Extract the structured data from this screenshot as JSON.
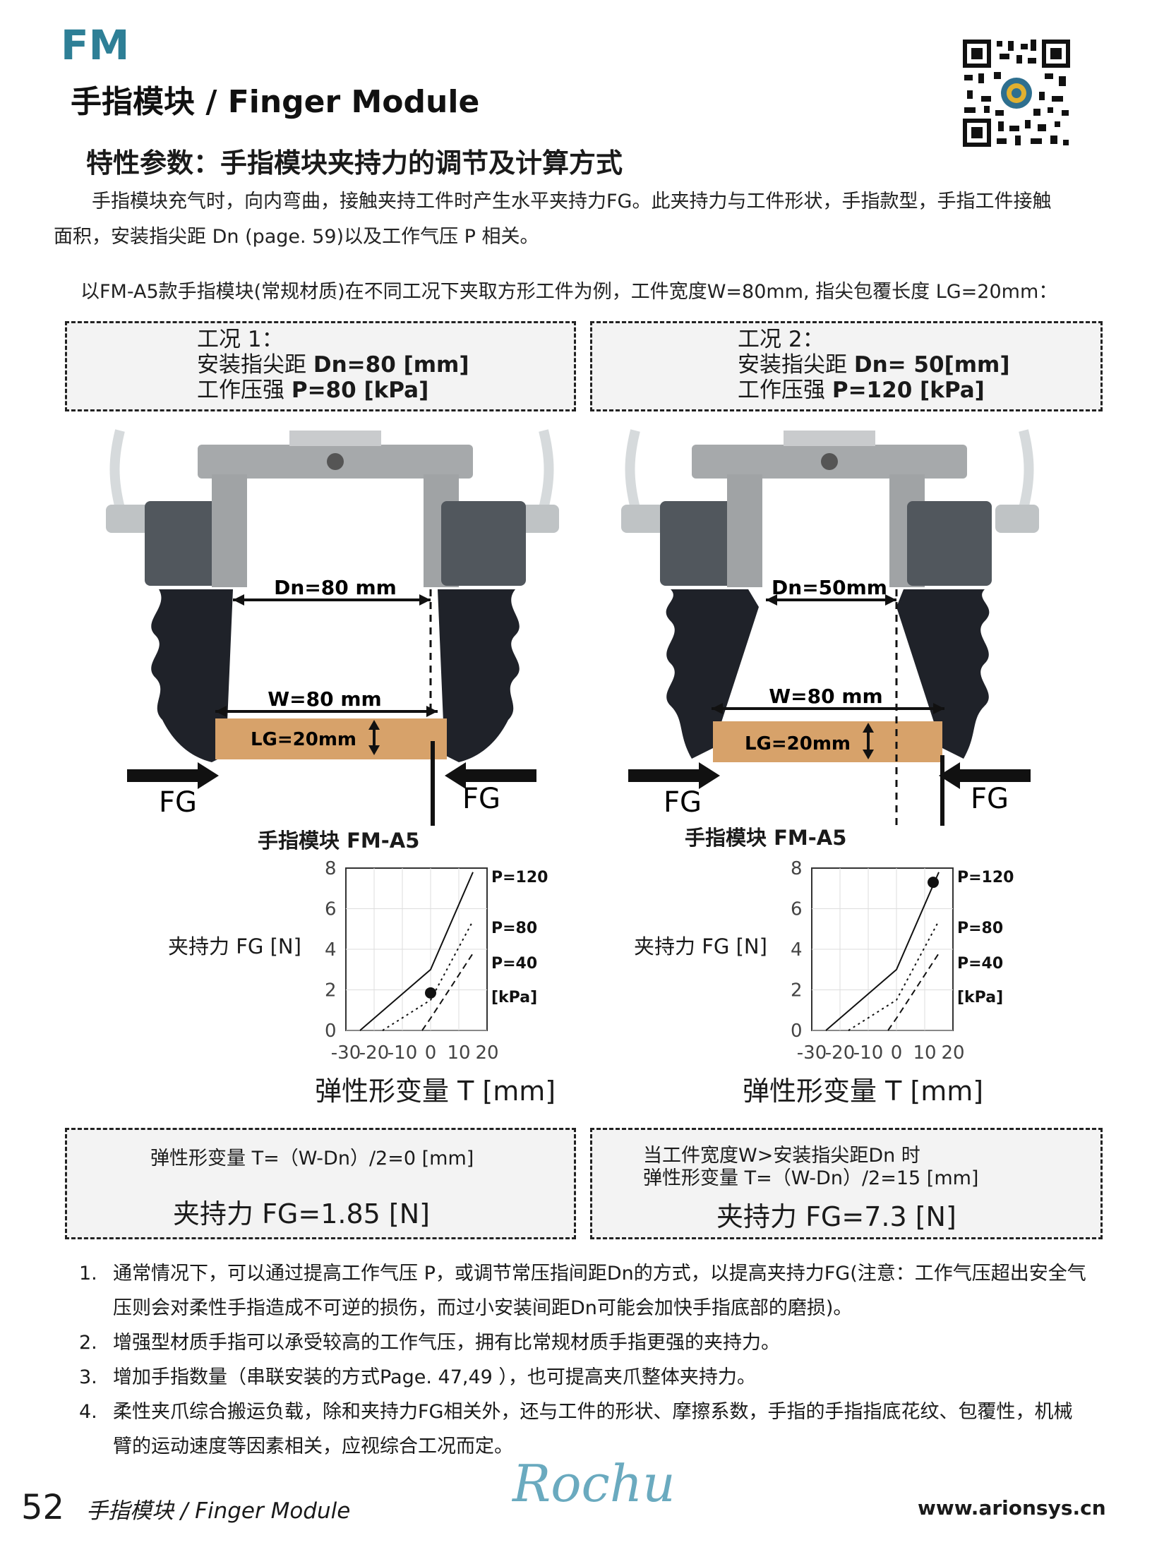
{
  "header": {
    "code": "FM",
    "title": "手指模块 / Finger Module"
  },
  "section_title": "特性参数：手指模块夹持力的调节及计算方式",
  "intro": {
    "line1": "手指模块充气时，向内弯曲，接触夹持工件时产生水平夹持力FG。此夹持力与工件形状，手指款型，手指工件接触",
    "line2": "面积，安装指尖距 Dn (page. 59)以及工作气压 P 相关。",
    "example": "以FM-A5款手指模块(常规材质)在不同工况下夹取方形工件为例，工件宽度W=80mm, 指尖包覆长度 LG=20mm："
  },
  "cases": [
    {
      "title": "工况 1：",
      "dn_label": "安装指尖距 ",
      "dn_value": "Dn=80 [mm]",
      "p_label": "工作压强 ",
      "p_value": "P=80 [kPa]"
    },
    {
      "title": "工况 2：",
      "dn_label": "安装指尖距 ",
      "dn_value": "Dn= 50[mm]",
      "p_label": "工作压强 ",
      "p_value": "P=120 [kPa]"
    }
  ],
  "figures": [
    {
      "dn_dim": "Dn=80 mm",
      "w_dim": "W=80 mm",
      "lg_dim": "LG=20mm",
      "fg_left": "FG",
      "fg_right": "FG"
    },
    {
      "dn_dim": "Dn=50mm",
      "w_dim": "W=80 mm",
      "lg_dim": "LG=20mm",
      "fg_left": "FG",
      "fg_right": "FG"
    }
  ],
  "charts_text": {
    "chart_title": "手指模块 FM-A5",
    "y_label": "夹持力 FG [N]",
    "x_label": "弹性形变量 T [mm]",
    "y_ticks": [
      "0",
      "2",
      "4",
      "6",
      "8"
    ],
    "x_ticks": [
      "-30",
      "-20",
      "-10",
      "0",
      "10",
      "20"
    ],
    "legend": [
      "P=120",
      "P=80",
      "P=40",
      "[kPa]"
    ]
  },
  "chart_data": [
    {
      "type": "line",
      "title": "手指模块 FM-A5",
      "xlabel": "弹性形变量 T [mm]",
      "ylabel": "夹持力 FG [N]",
      "xlim": [
        -30,
        20
      ],
      "ylim": [
        0,
        8
      ],
      "series": [
        {
          "name": "P=120",
          "style": "solid",
          "x": [
            -25,
            0,
            15
          ],
          "y": [
            0,
            3.0,
            7.8
          ]
        },
        {
          "name": "P=80",
          "style": "dotted",
          "x": [
            -17,
            0,
            15
          ],
          "y": [
            0,
            1.5,
            5.4
          ]
        },
        {
          "name": "P=40",
          "style": "dashed",
          "x": [
            -3,
            0,
            15
          ],
          "y": [
            0,
            0.6,
            3.8
          ]
        }
      ],
      "marker": {
        "x": 0,
        "y": 1.85
      }
    },
    {
      "type": "line",
      "title": "手指模块 FM-A5",
      "xlabel": "弹性形变量 T [mm]",
      "ylabel": "夹持力 FG [N]",
      "xlim": [
        -30,
        20
      ],
      "ylim": [
        0,
        8
      ],
      "series": [
        {
          "name": "P=120",
          "style": "solid",
          "x": [
            -25,
            0,
            15
          ],
          "y": [
            0,
            3.0,
            7.8
          ]
        },
        {
          "name": "P=80",
          "style": "dotted",
          "x": [
            -17,
            0,
            15
          ],
          "y": [
            0,
            1.5,
            5.4
          ]
        },
        {
          "name": "P=40",
          "style": "dashed",
          "x": [
            -3,
            0,
            15
          ],
          "y": [
            0,
            0.6,
            3.8
          ]
        }
      ],
      "marker": {
        "x": 13,
        "y": 7.3
      }
    }
  ],
  "results": [
    {
      "line1": "弹性形变量 T=（W-Dn）/2=0  [mm]",
      "line2": "",
      "force": "夹持力 FG=1.85 [N]"
    },
    {
      "line1": "当工件宽度W>安装指尖距Dn 时",
      "line2": "弹性形变量 T=（W-Dn）/2=15 [mm]",
      "force": "夹持力 FG=7.3 [N]"
    }
  ],
  "notes": [
    {
      "num": "1.",
      "text": "通常情况下，可以通过提高工作气压 P，或调节常压指间距Dn的方式，以提高夹持力FG(注意：工作气压超出安全气",
      "text2": "压则会对柔性手指造成不可逆的损伤，而过小安装间距Dn可能会加快手指底部的磨损)。"
    },
    {
      "num": "2.",
      "text": "增强型材质手指可以承受较高的工作气压，拥有比常规材质手指更强的夹持力。",
      "text2": ""
    },
    {
      "num": "3.",
      "text": "增加手指数量（串联安装的方式Page. 47,49 ），也可提高夹爪整体夹持力。",
      "text2": ""
    },
    {
      "num": "4.",
      "text": "柔性夹爪综合搬运负载，除和夹持力FG相关外，还与工件的形状、摩擦系数，手指的手指指底花纹、包覆性，机械",
      "text2": "臂的运动速度等因素相关，应视综合工况而定。"
    }
  ],
  "footer": {
    "page_number": "52",
    "section": "手指模块 / Finger Module",
    "brand": "Rochu",
    "url": "www.arionsys.cn"
  },
  "colors": {
    "accent": "#2e7f96",
    "wood": "#d7a26a",
    "finger": "#1f2229",
    "metal": "#a6a9ab"
  }
}
